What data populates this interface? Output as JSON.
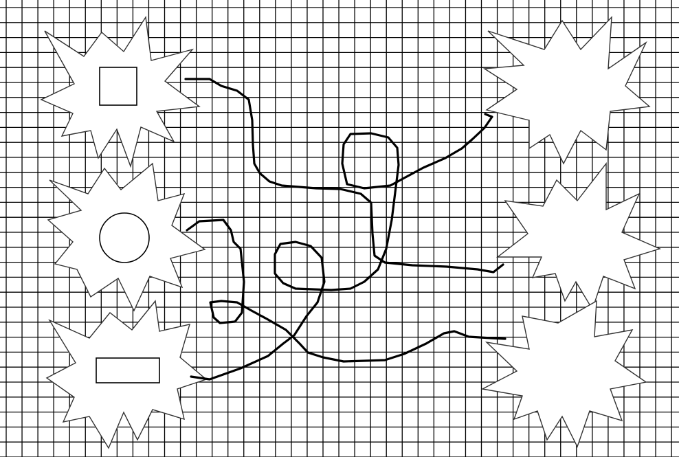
{
  "puzzle": {
    "colors": {
      "background": "#ffffff",
      "grid_line": "#000000",
      "star_fill": "#ffffff",
      "star_stroke": "#333333",
      "path_stroke": "#000000"
    },
    "left_stars": [
      {
        "id": "star-left-top",
        "inner_shape": "square"
      },
      {
        "id": "star-left-middle",
        "inner_shape": "circle"
      },
      {
        "id": "star-left-bottom",
        "inner_shape": "rectangle"
      }
    ],
    "right_stars": [
      {
        "id": "star-right-top",
        "inner_shape": "none"
      },
      {
        "id": "star-right-middle",
        "inner_shape": "none"
      },
      {
        "id": "star-right-bottom",
        "inner_shape": "none"
      }
    ],
    "tangled_lines": 3
  }
}
